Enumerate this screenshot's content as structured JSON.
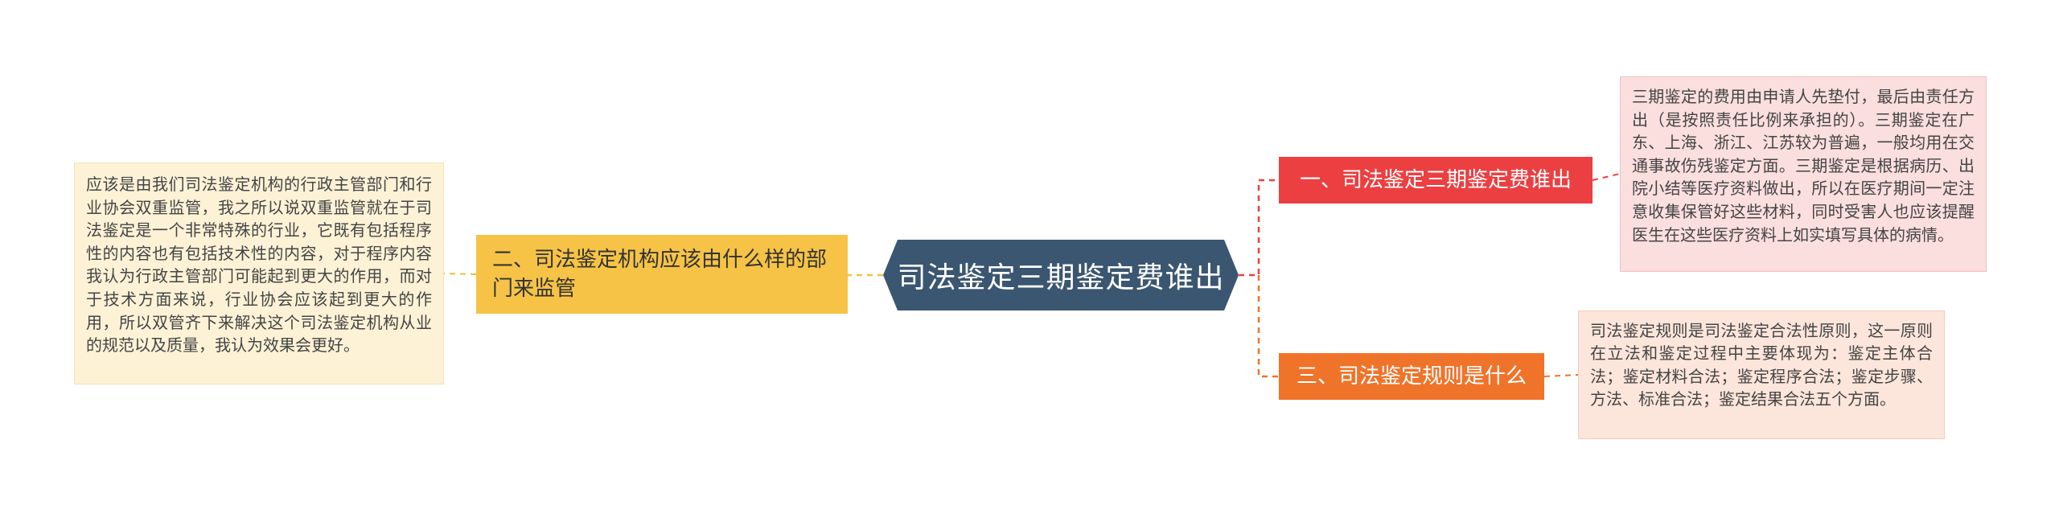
{
  "central": {
    "title": "司法鉴定三期鉴定费谁出"
  },
  "branches": [
    {
      "label": "一、司法鉴定三期鉴定费谁出",
      "detail": "三期鉴定的费用由申请人先垫付，最后由责任方出（是按照责任比例来承担的）。三期鉴定在广东、上海、浙江、江苏较为普遍，一般均用在交通事故伤残鉴定方面。三期鉴定是根据病历、出院小结等医疗资料做出，所以在医疗期间一定注意收集保管好这些材料，同时受害人也应该提醒医生在这些医疗资料上如实填写具体的病情。"
    },
    {
      "label": "二、司法鉴定机构应该由什么样的部门来监管",
      "detail": "应该是由我们司法鉴定机构的行政主管部门和行业协会双重监管，我之所以说双重监管就在于司法鉴定是一个非常特殊的行业，它既有包括程序性的内容也有包括技术性的内容，对于程序内容我认为行政主管部门可能起到更大的作用，而对于技术方面来说，行业协会应该起到更大的作用，所以双管齐下来解决这个司法鉴定机构从业的规范以及质量，我认为效果会更好。"
    },
    {
      "label": "三、司法鉴定规则是什么",
      "detail": "司法鉴定规则是司法鉴定合法性原则，这一原则在立法和鉴定过程中主要体现为：鉴定主体合法；鉴定材料合法；鉴定程序合法；鉴定步骤、方法、标准合法；鉴定结果合法五个方面。"
    }
  ],
  "colors": {
    "central": "#3b5671",
    "branch_1": "#ec3f41",
    "branch_2": "#f6c346",
    "branch_3": "#f0732a",
    "leaf_1": "#fbdede",
    "leaf_2": "#fdf2d6",
    "leaf_3": "#fce5da",
    "connector_red": "#ec3f41",
    "connector_yellow": "#f0c040",
    "connector_orange": "#f0732a"
  }
}
